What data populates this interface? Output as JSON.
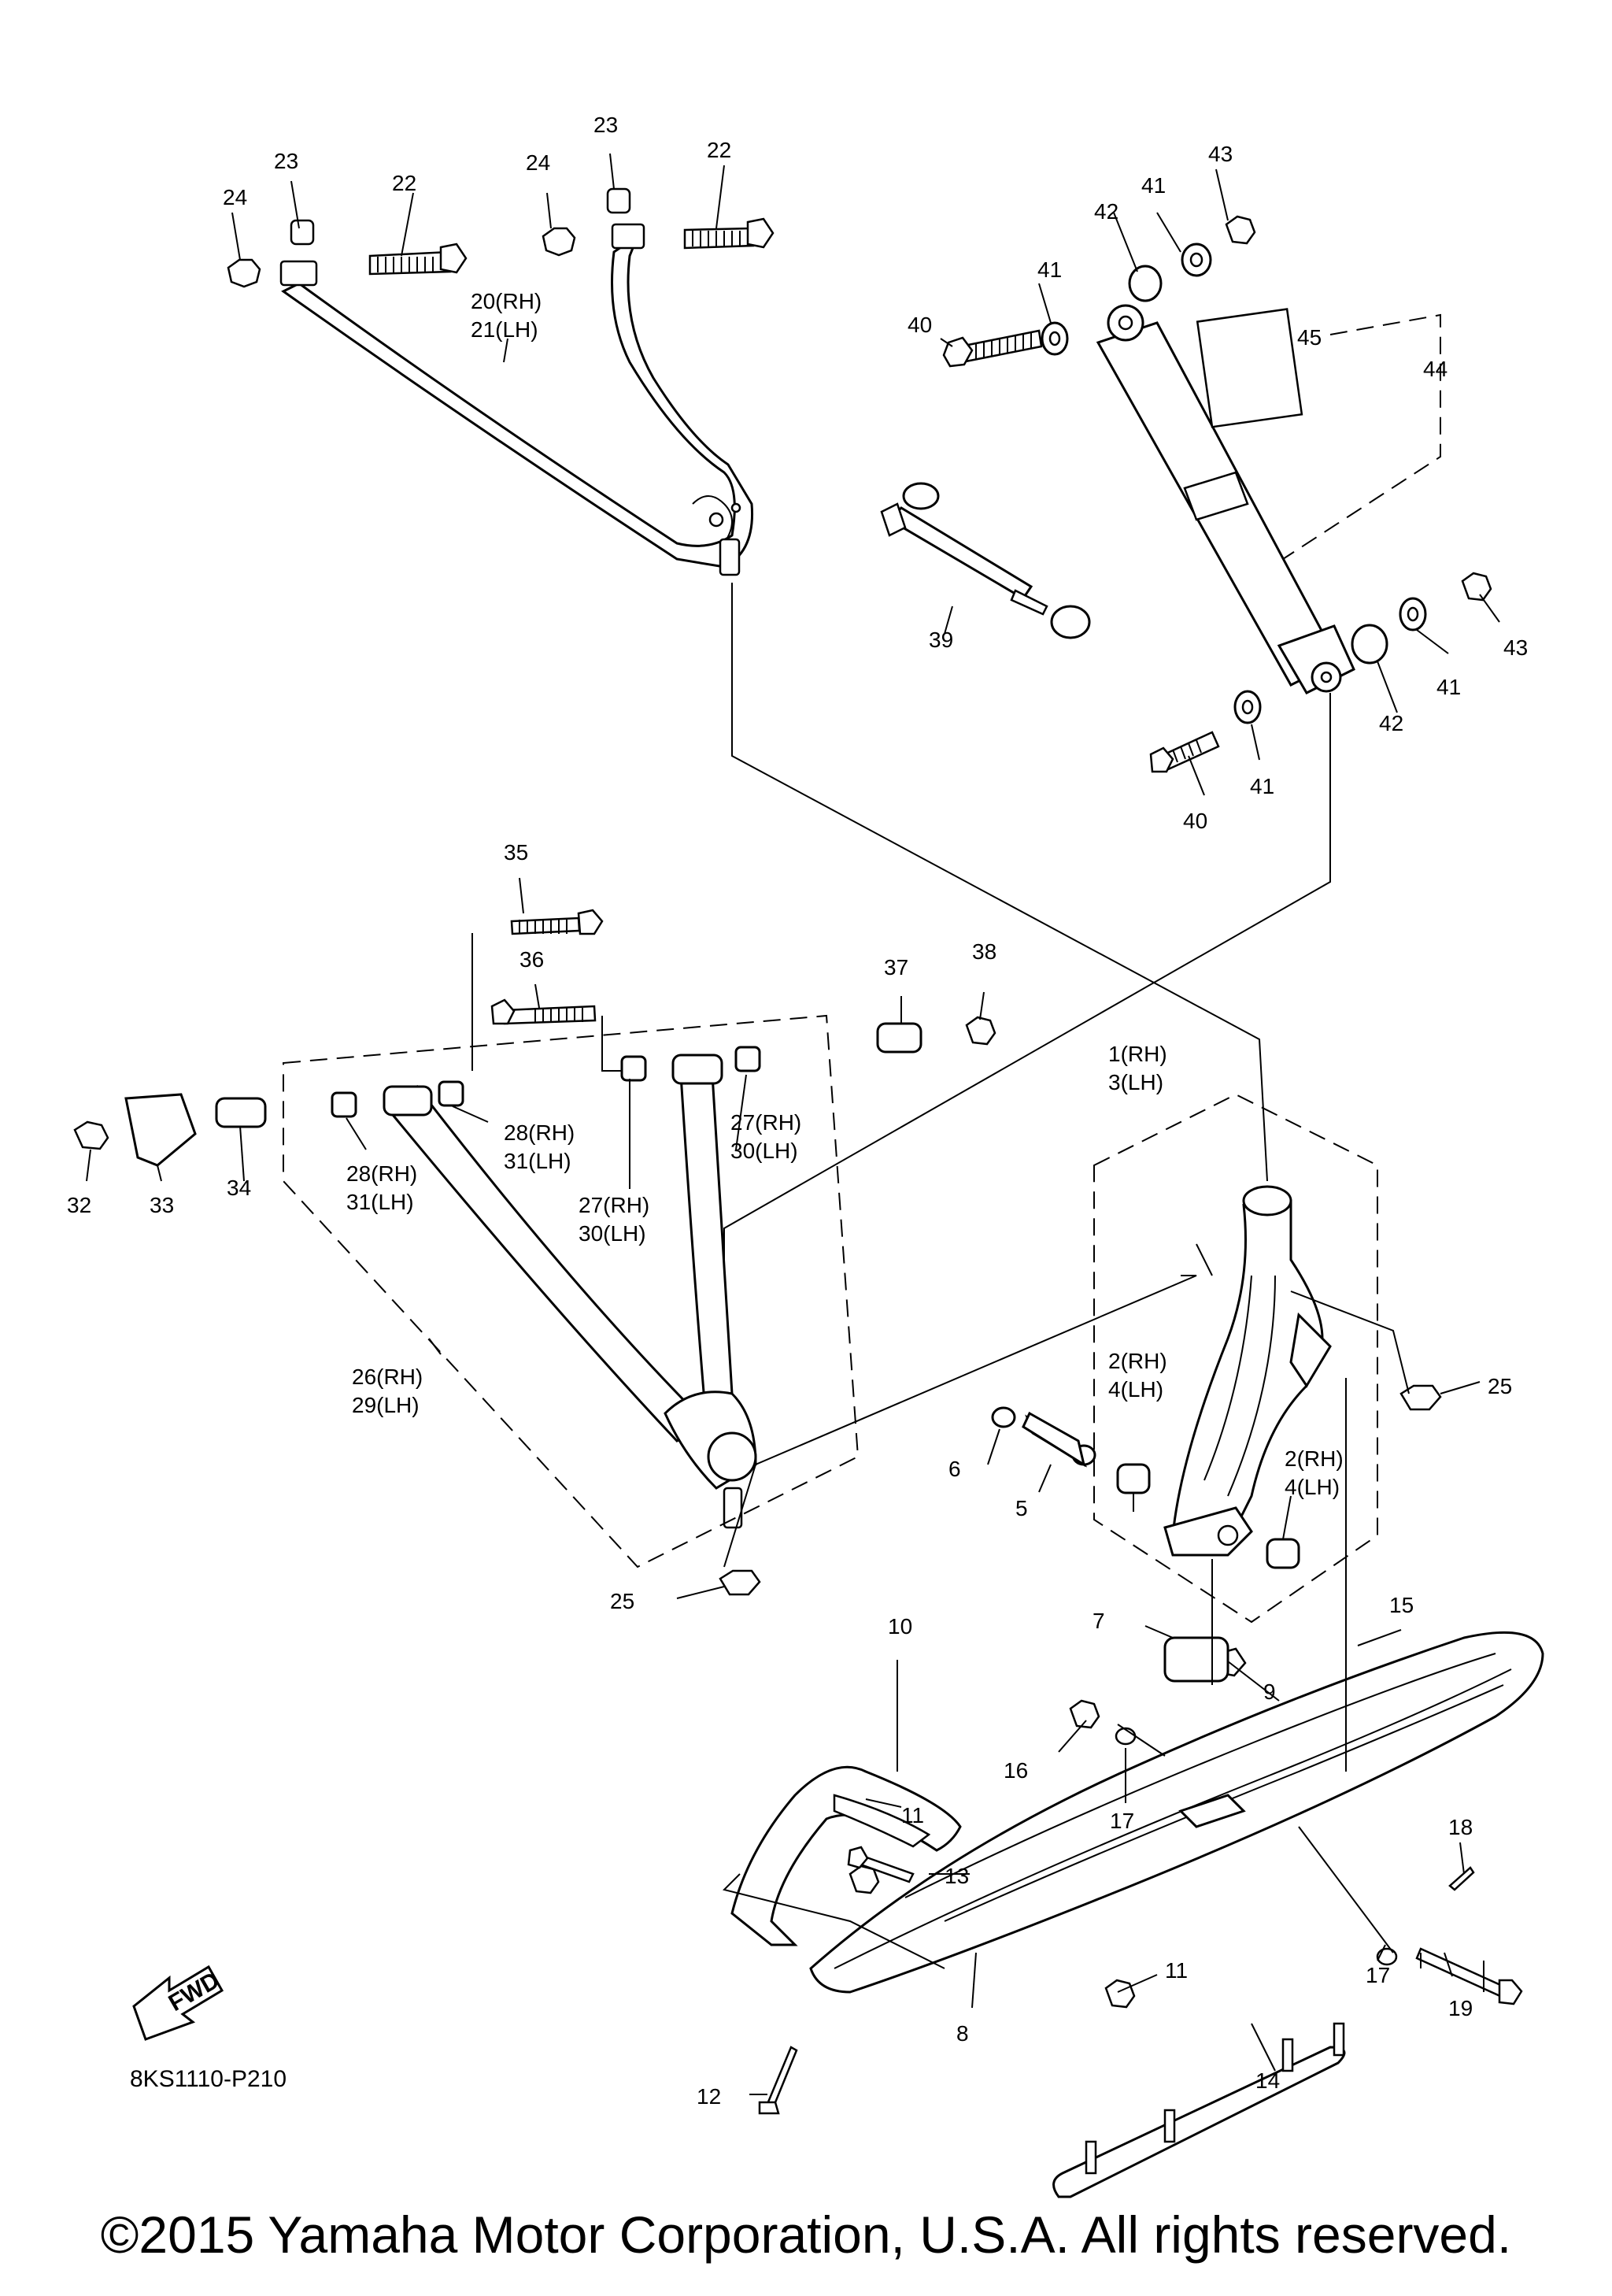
{
  "labels": {
    "l1": "1(RH)",
    "l3": "3(LH)",
    "l2a": "2(RH)",
    "l4a": "4(LH)",
    "l2b": "2(RH)",
    "l4b": "4(LH)",
    "l5": "5",
    "l6": "6",
    "l7": "7",
    "l8": "8",
    "l9": "9",
    "l10": "10",
    "l11a": "11",
    "l11b": "11",
    "l12": "12",
    "l13": "13",
    "l14": "14",
    "l15": "15",
    "l16": "16",
    "l17a": "17",
    "l17b": "17",
    "l18": "18",
    "l19": "19",
    "l20": "20(RH)",
    "l21": "21(LH)",
    "l22a": "22",
    "l22b": "22",
    "l23a": "23",
    "l23b": "23",
    "l24a": "24",
    "l24b": "24",
    "l25a": "25",
    "l25b": "25",
    "l26": "26(RH)",
    "l29": "29(LH)",
    "l27a": "27(RH)",
    "l30a": "30(LH)",
    "l27b": "27(RH)",
    "l30b": "30(LH)",
    "l28a": "28(RH)",
    "l31a": "31(LH)",
    "l28b": "28(RH)",
    "l31b": "31(LH)",
    "l32": "32",
    "l33": "33",
    "l34": "34",
    "l35": "35",
    "l36": "36",
    "l37": "37",
    "l38": "38",
    "l39": "39",
    "l40a": "40",
    "l40b": "40",
    "l41a": "41",
    "l41b": "41",
    "l41c": "41",
    "l41d": "41",
    "l42a": "42",
    "l42b": "42",
    "l43a": "43",
    "l43b": "43",
    "l44": "44",
    "l45": "45"
  },
  "fwd_label": "FWD",
  "diagram_code": "8KS1110-P210",
  "copyright": "©2015 Yamaha Motor Corporation, U.S.A. All rights reserved."
}
